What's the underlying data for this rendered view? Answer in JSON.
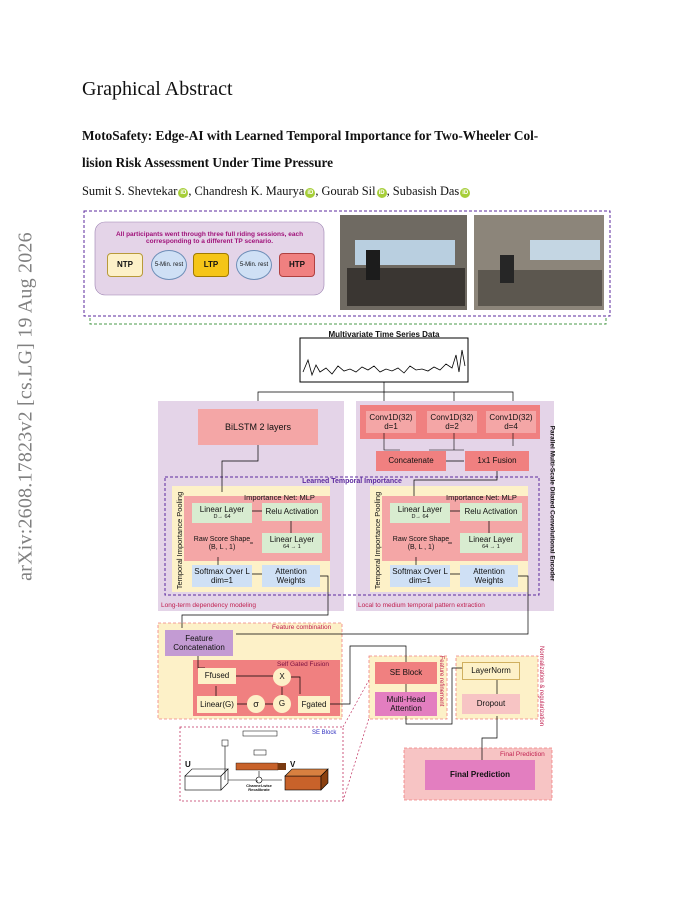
{
  "side_stamp": "arXiv:2608.17823v2  [cs.LG]  19 Aug 2026",
  "heading": "Graphical Abstract",
  "title_line1": "MotoSafety: Edge-AI with Learned Temporal Importance for Two-Wheeler Col-",
  "title_line2": "lision Risk Assessment Under Time Pressure",
  "authors": [
    {
      "name": "Sumit S. Shevtekar",
      "sep": ", "
    },
    {
      "name": "Chandresh K. Maurya",
      "sep": ", "
    },
    {
      "name": "Gourab Sil",
      "sep": ", "
    },
    {
      "name": "Subasish Das",
      "sep": ""
    }
  ],
  "orcid_icon": "orcid-icon",
  "diagram": {
    "sessions_note": "All participants went through three full riding sessions, each corresponding to a different TP scenario.",
    "ntp": "NTP",
    "rest1": "5-Min. rest",
    "ltp": "LTP",
    "rest2": "5-Min. rest",
    "htp": "HTP",
    "photo1_alt": "Rider on motorcycle simulator with multi-screen display",
    "photo2_alt": "Motorcycle simulator setup in lab room",
    "ts_title": "Multivariate Time Series Data",
    "bilstm": "BiLSTM 2 layers",
    "conv1": "Conv1D(32) d=1",
    "conv2": "Conv1D(32) d=2",
    "conv3": "Conv1D(32) d=4",
    "concatenate": "Concatenate",
    "fusion1x1": "1x1 Fusion",
    "parallel_label": "Parallel Multi-Scale Dilated Convolutional Encoder",
    "learned_ti": "Learned Temporal Importance",
    "tip_label": "Temporal Importance Pooling",
    "imp_net": "Importance Net: MLP",
    "lin1": "Linear Layer",
    "lin1_sub": "D→ 64",
    "relu": "Relu Activation",
    "raw_score": "Raw Score Shape (B, L , 1)",
    "lin2": "Linear Layer",
    "lin2_sub": "64 → 1",
    "softmax": "Softmax Over L dim=1",
    "attn_weights": "Attention Weights",
    "longterm": "Long-term dependency modeling",
    "localmed": "Local to medium temporal pattern extraction",
    "feature_combination": "Feature combination",
    "feature_concat": "Feature Concatenation",
    "self_gated": "Self Gated Fusion",
    "ffused": "Ffused",
    "x_op": "X",
    "linear_g": "Linear(G)",
    "sigma": "σ",
    "g": "G",
    "fgated": "Fgated",
    "se_block": "SE Block",
    "mha": "Multi-Head Attention",
    "feature_refinement": "Feature refinement",
    "layernorm": "LayerNorm",
    "dropout": "Dropout",
    "norm_reg": "Normalization & regularization",
    "final_pred_label": "Final Prediction",
    "final_pred": "Final Prediction",
    "se_inset_label": "SE Block",
    "se_u": "U",
    "se_v": "V",
    "se_channel": "Channel-wise Recalibrate",
    "colors": {
      "purple_bg": "#e4d4e8",
      "dash_purple": "#5b2a9e",
      "pink_box": "#f4a6a6",
      "salmon": "#f08080",
      "green_box": "#d8ecd0",
      "blue_box": "#cfe0f5",
      "yellow_bg": "#fdf1c8",
      "violet_box": "#c39bd3",
      "magenta": "#e37ec0"
    }
  }
}
